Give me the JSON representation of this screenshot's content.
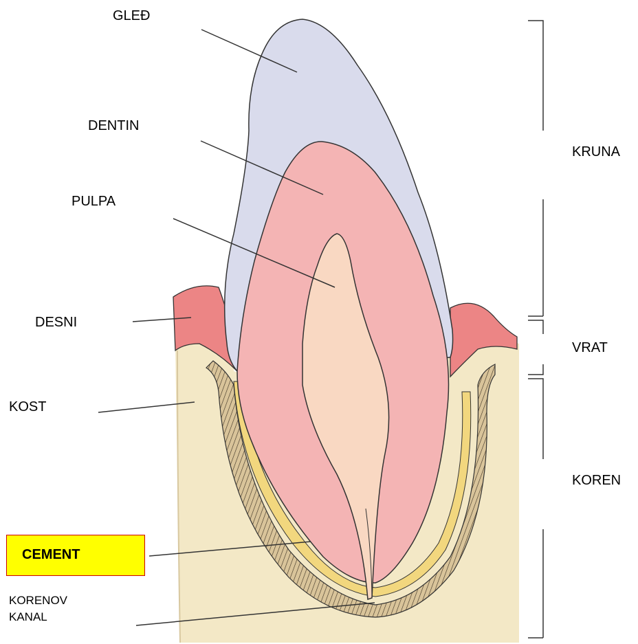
{
  "labels": {
    "enamel": "GLEĐ",
    "dentin": "DENTIN",
    "pulp": "PULPA",
    "gum": "DESNI",
    "bone": "KOST",
    "cement": "CEMENT",
    "root_canal_line1": "KORENOV",
    "root_canal_line2": "KANAL"
  },
  "regions": {
    "crown": "KRUNA",
    "neck": "VRAT",
    "root": "KOREN"
  },
  "colors": {
    "enamel": "#d9dbec",
    "dentin": "#f4b4b4",
    "pulp": "#f9d8c2",
    "gum": "#ec8585",
    "bone": "#f3e8c6",
    "cement": "#f2d77e",
    "periodontal": "#d9c49a",
    "highlight_box": "#ffff00",
    "highlight_border": "#cc0000"
  }
}
